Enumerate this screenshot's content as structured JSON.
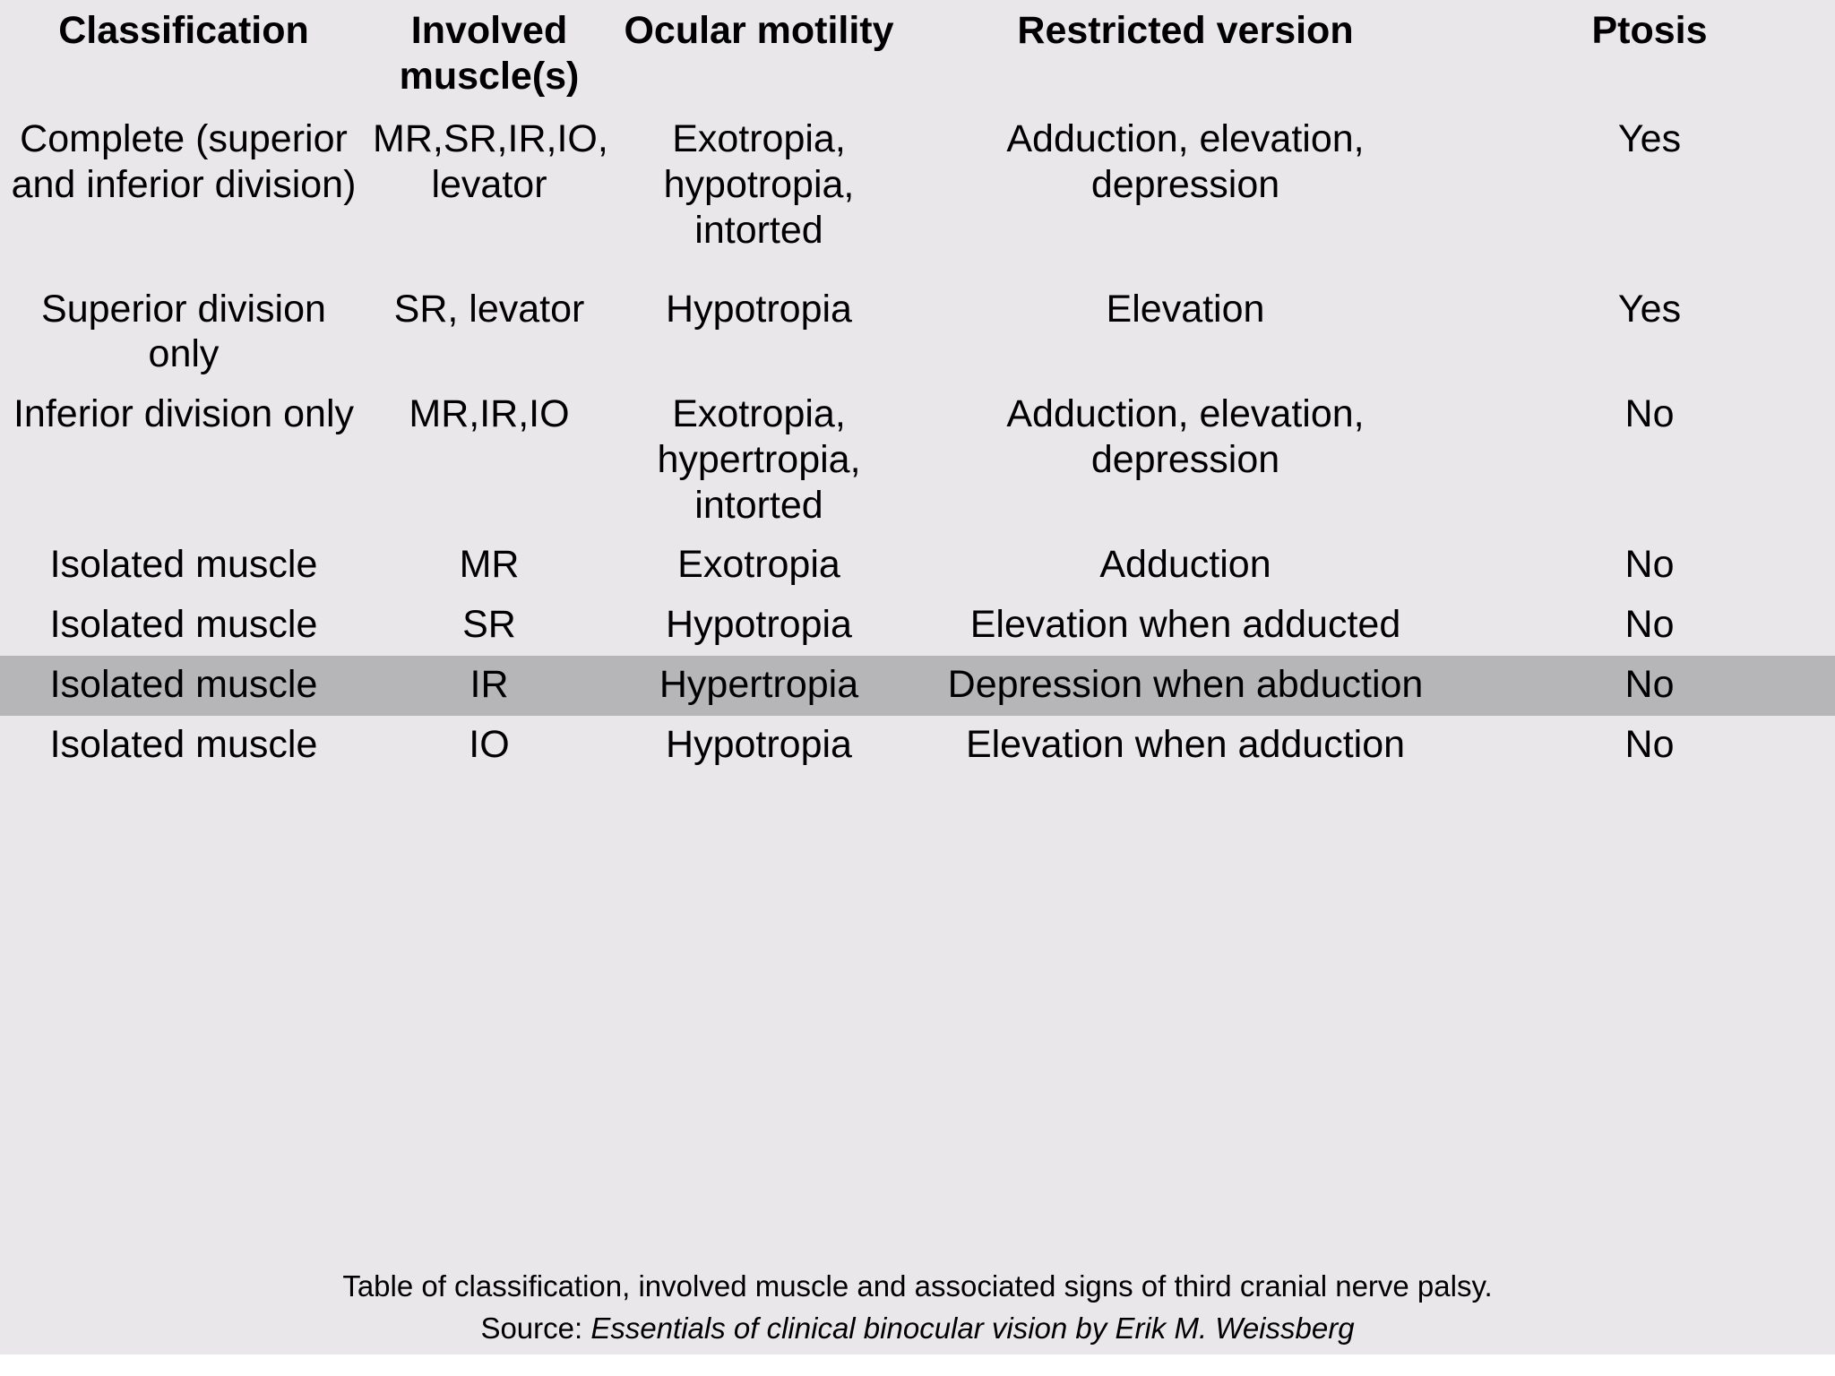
{
  "table": {
    "headers": [
      "Classification",
      "Involved muscle(s)",
      "Ocular motility",
      "Restricted version",
      "Ptosis"
    ],
    "rows": [
      {
        "highlighted": false,
        "classification": "Complete (superior and inferior division)",
        "muscles": "MR,SR,IR,IO, levator",
        "motility": "Exotropia, hypotropia, intorted",
        "restricted": "Adduction, elevation, depression",
        "ptosis": "Yes"
      },
      {
        "highlighted": false,
        "classification": "Superior division only",
        "muscles": "SR, levator",
        "motility": "Hypotropia",
        "restricted": "Elevation",
        "ptosis": "Yes"
      },
      {
        "highlighted": false,
        "classification": "Inferior division only",
        "muscles": "MR,IR,IO",
        "motility": "Exotropia, hypertropia, intorted",
        "restricted": "Adduction, elevation, depression",
        "ptosis": "No"
      },
      {
        "highlighted": false,
        "classification": "Isolated muscle",
        "muscles": "MR",
        "motility": "Exotropia",
        "restricted": "Adduction",
        "ptosis": "No"
      },
      {
        "highlighted": false,
        "classification": "Isolated muscle",
        "muscles": "SR",
        "motility": "Hypotropia",
        "restricted": "Elevation when adducted",
        "ptosis": "No"
      },
      {
        "highlighted": true,
        "classification": "Isolated muscle",
        "muscles": "IR",
        "motility": "Hypertropia",
        "restricted": "Depression when abduction",
        "ptosis": "No"
      },
      {
        "highlighted": false,
        "classification": "Isolated muscle",
        "muscles": "IO",
        "motility": "Hypotropia",
        "restricted": "Elevation when adduction",
        "ptosis": "No"
      }
    ]
  },
  "caption": {
    "line1": "Table of classification, involved muscle and associated signs of third cranial nerve palsy.",
    "line2_prefix": "Source: ",
    "line2_italic": "Essentials of clinical binocular vision by Erik M. Weissberg"
  },
  "colors": {
    "slide_background": "#e9e7ea",
    "highlight_row": "#b6b6b8",
    "text": "#000000",
    "page_background": "#ffffff"
  }
}
